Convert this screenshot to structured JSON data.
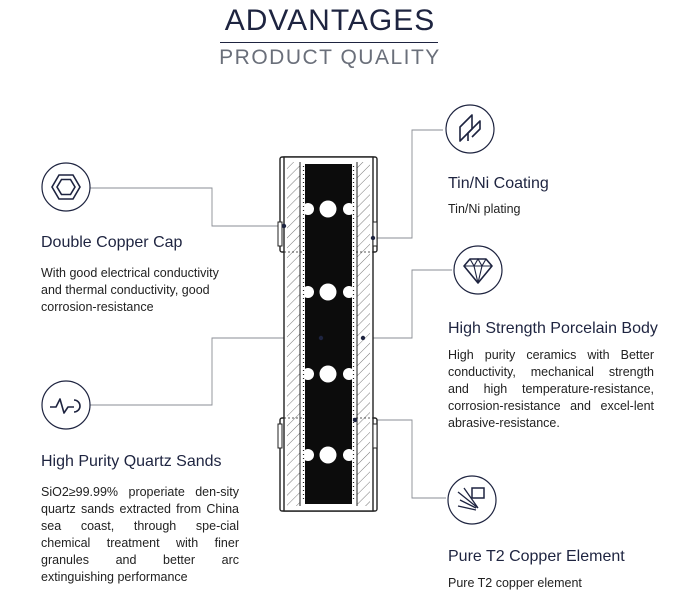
{
  "header": {
    "title": "ADVANTAGES",
    "subtitle": "PRODUCT QUALITY"
  },
  "features": {
    "double_copper_cap": {
      "icon": "double-hexagon-icon",
      "title": "Double Copper Cap",
      "description": "With good electrical conductivity and thermal conductivity, good corrosion-resistance"
    },
    "quartz_sands": {
      "icon": "waveform-icon",
      "title": "High Purity Quartz Sands",
      "description": "SiO2≥99.99% properiate den-sity quartz sands extracted from China sea coast, through spe-cial chemical treatment with finer granules and better arc extinguishing performance"
    },
    "tin_ni_coating": {
      "icon": "coated-panel-icon",
      "title": "Tin/Ni Coating",
      "description": "Tin/Ni plating"
    },
    "porcelain_body": {
      "icon": "diamond-icon",
      "title": "High Strength Porcelain Body",
      "description": "High purity ceramics with Better conductivity, mechanical strength and high temperature-resistance, corrosion-resistance and excel-lent abrasive-resistance."
    },
    "copper_element": {
      "icon": "spark-element-icon",
      "title": "Pure T2 Copper Element",
      "description": "Pure T2 copper element"
    }
  },
  "colors": {
    "navy": "#1e2440",
    "line": "#8a8d94",
    "body_fill": "#0c0c0c"
  }
}
